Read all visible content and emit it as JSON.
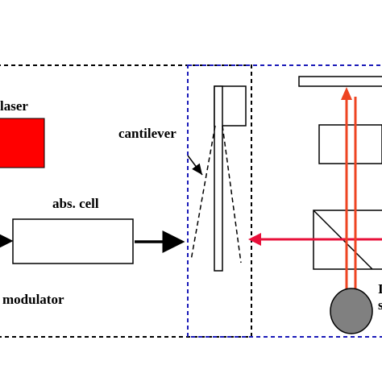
{
  "labels": {
    "laser": "laser",
    "cantilever": "cantilever",
    "abs_cell": "abs. cell",
    "modulator": "modulator",
    "cut_off_right_1": "I",
    "cut_off_right_2": "s"
  },
  "colors": {
    "laser_block": "#ff0000",
    "beam_horizontal": "#e8103a",
    "beam_vertical": "#ee4422",
    "black_box_border": "#000000",
    "blue_box_border": "#1a1ab8",
    "detector_fill": "#808080"
  }
}
